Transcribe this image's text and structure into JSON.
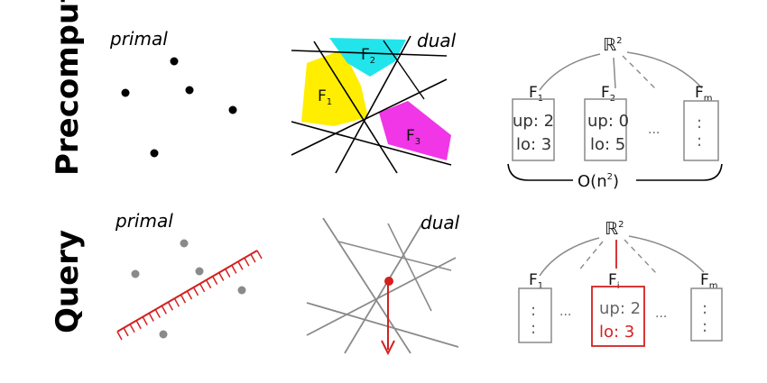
{
  "rows": {
    "precompute": "Precompute",
    "query": "Query"
  },
  "colors": {
    "face_yellow": "#ffee00",
    "face_cyan": "#22e5ec",
    "face_magenta": "#f036e6",
    "query_red": "#d42020",
    "grey": "#8a8a8a"
  },
  "precompute": {
    "primal_label": "primal",
    "dual_label": "dual",
    "faces": {
      "f1": {
        "main": "F",
        "sub": "1"
      },
      "f2": {
        "main": "F",
        "sub": "2"
      },
      "f3": {
        "main": "F",
        "sub": "3"
      }
    },
    "tree": {
      "root": "ℝ",
      "root_sup": "2",
      "nodes": [
        {
          "main": "F",
          "sub": "1",
          "up": "up: 2",
          "lo": "lo: 3"
        },
        {
          "main": "F",
          "sub": "2",
          "up": "up: 0",
          "lo": "lo: 5"
        },
        {
          "main": "F",
          "sub": "m",
          "up": ":",
          "lo": ":"
        }
      ],
      "ellipsis": "...",
      "complexity": "O(n",
      "complexity_sup": "2",
      "complexity_close": ")"
    }
  },
  "query": {
    "primal_label": "primal",
    "dual_label": "dual",
    "tree": {
      "root": "ℝ",
      "root_sup": "2",
      "nodes": [
        {
          "main": "F",
          "sub": "1",
          "up": ":",
          "lo": ":"
        },
        {
          "main": "F",
          "sub": "i",
          "up": "up: 2",
          "lo": "lo: 3"
        },
        {
          "main": "F",
          "sub": "m",
          "up": ":",
          "lo": ":"
        }
      ],
      "ellipsis": "...",
      "ellipsis2": "..."
    }
  }
}
